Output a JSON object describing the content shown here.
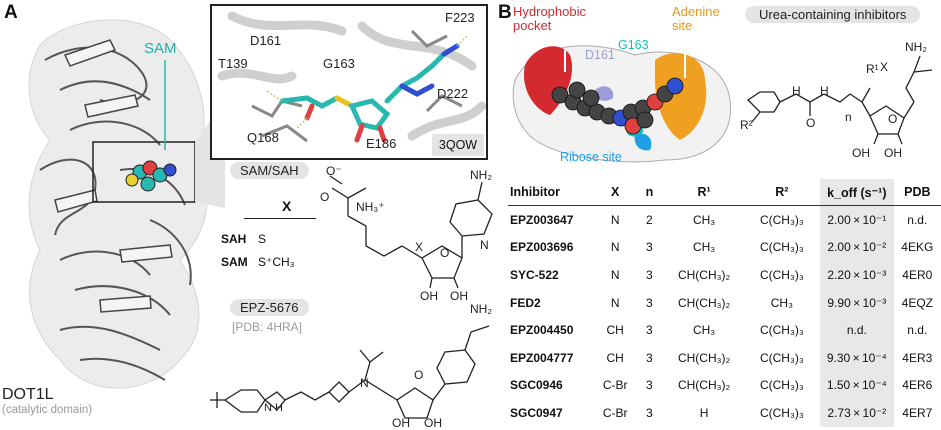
{
  "panel_a": {
    "letter": "A",
    "protein_name": "DOT1L",
    "protein_subtitle": "(catalytic domain)",
    "sam_label": "SAM",
    "inset": {
      "residues": [
        "F223",
        "D161",
        "T139",
        "G163",
        "D222",
        "Q168",
        "E186"
      ],
      "pdb_tag": "3QOW"
    },
    "sam_sah": {
      "pill": "SAM/SAH",
      "table_header": "X",
      "rows": [
        {
          "name": "SAH",
          "x": "S"
        },
        {
          "name": "SAM",
          "x": "S⁺CH₃"
        }
      ],
      "atoms": {
        "o_minus": "O⁻",
        "o": "O",
        "nh3": "NH₃⁺",
        "nh2": "NH₂",
        "x": "X",
        "o_ring": "O",
        "n": "N",
        "oh1": "OH",
        "oh2": "OH"
      }
    },
    "epz5676": {
      "pill": "EPZ-5676",
      "pdb": "[PDB: 4HRA]",
      "atoms": {
        "nh2": "NH₂",
        "n": "N",
        "hn": "N H",
        "o": "O",
        "oh1": "OH",
        "oh2": "OH"
      }
    }
  },
  "panel_b": {
    "letter": "B",
    "pill": "Urea-containing inhibitors",
    "site_labels": {
      "hydrophobic": "Hydrophobic pocket",
      "adenine": "Adenine site",
      "d161": "D161",
      "g163": "G163",
      "ribose": "Ribose site"
    },
    "colors": {
      "hydrophobic": "#d42a2f",
      "adenine": "#f0a020",
      "g163": "#14bfb2",
      "d161": "#9c9cd8",
      "ribose": "#1fa0e6",
      "sam_carbon": "#29b8b0"
    },
    "scaffold_atoms": {
      "r2": "R²",
      "h1": "H",
      "h2": "H",
      "o": "O",
      "n_count": "n",
      "r1": "R¹",
      "x": "X",
      "nh2": "NH₂",
      "o_ring": "O",
      "oh1": "OH",
      "oh2": "OH"
    },
    "table": {
      "headers": [
        "Inhibitor",
        "X",
        "n",
        "R¹",
        "R²",
        "k_off (s⁻¹)",
        "PDB"
      ],
      "rows": [
        [
          "EPZ003647",
          "N",
          "2",
          "CH₃",
          "C(CH₃)₃",
          "2.00 × 10⁻¹",
          "n.d."
        ],
        [
          "EPZ003696",
          "N",
          "3",
          "CH₃",
          "C(CH₃)₃",
          "2.00 × 10⁻²",
          "4EKG"
        ],
        [
          "SYC-522",
          "N",
          "3",
          "CH(CH₃)₂",
          "C(CH₃)₃",
          "2.20 × 10⁻³",
          "4ER0"
        ],
        [
          "FED2",
          "N",
          "3",
          "CH(CH₃)₂",
          "CH₃",
          "9.90 × 10⁻³",
          "4EQZ"
        ],
        [
          "EPZ004450",
          "CH",
          "3",
          "CH₃",
          "C(CH₃)₃",
          "n.d.",
          "n.d."
        ],
        [
          "EPZ004777",
          "CH",
          "3",
          "CH(CH₃)₂",
          "C(CH₃)₃",
          "9.30 × 10⁻⁴",
          "4ER3"
        ],
        [
          "SGC0946",
          "C-Br",
          "3",
          "CH(CH₃)₂",
          "C(CH₃)₃",
          "1.50 × 10⁻⁴",
          "4ER6"
        ],
        [
          "SGC0947",
          "C-Br",
          "3",
          "H",
          "C(CH₃)₃",
          "2.73 × 10⁻²",
          "4ER7"
        ]
      ]
    }
  }
}
